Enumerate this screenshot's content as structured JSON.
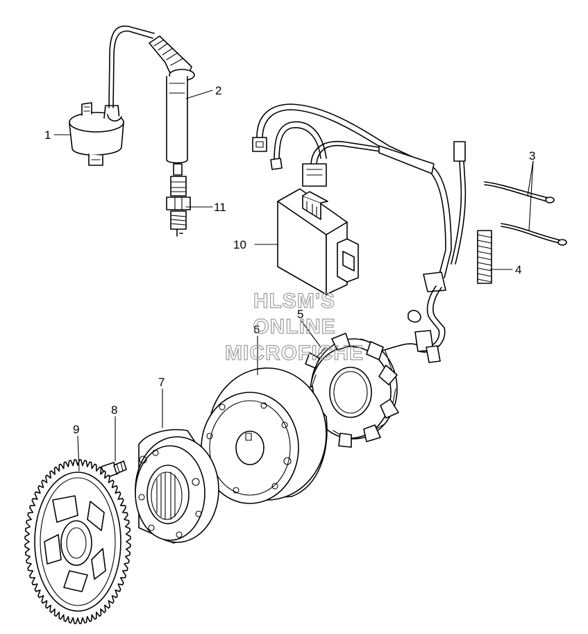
{
  "callouts": {
    "c1": "1",
    "c2": "2",
    "c3": "3",
    "c4": "4",
    "c5": "5",
    "c6": "6",
    "c7": "7",
    "c8": "8",
    "c9": "9",
    "c10": "10",
    "c11": "11"
  },
  "watermark": {
    "line1": "HLSM'S",
    "line2": "ONLINE",
    "line3": "MICROFICHE"
  },
  "colors": {
    "ink": "#000000",
    "watermark": "#9a9a9a",
    "background": "#ffffff"
  }
}
